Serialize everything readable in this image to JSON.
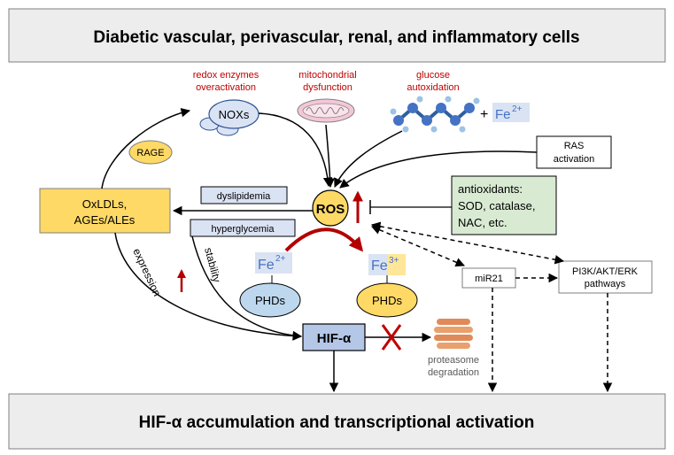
{
  "header": {
    "title": "Diabetic vascular, perivascular, renal, and inflammatory cells"
  },
  "footer": {
    "title": "HIF-α accumulation and transcriptional activation"
  },
  "sources": {
    "redox_line1": "redox enzymes",
    "redox_line2": "overactivation",
    "mito_line1": "mitochondrial",
    "mito_line2": "dysfunction",
    "glucose_line1": "glucose",
    "glucose_line2": "autoxidation",
    "nox": "NOXs",
    "plus": "+",
    "fe_base": "Fe",
    "fe2_sup": "2+",
    "fe3_sup": "3+"
  },
  "nodes": {
    "rage": "RAGE",
    "ras_line1": "RAS",
    "ras_line2": "activation",
    "oxldl_line1": "OxLDLs,",
    "oxldl_line2": "AGEs/ALEs",
    "dyslipidemia": "dyslipidemia",
    "hyperglycemia": "hyperglycemia",
    "ros": "ROS",
    "antiox_line1": "antioxidants:",
    "antiox_line2": "SOD, catalase,",
    "antiox_line3": "NAC, etc.",
    "phd_left": "PHDs",
    "phd_right": "PHDs",
    "mir21": "miR21",
    "pi3k_line1": "PI3K/AKT/ERK",
    "pi3k_line2": "pathways",
    "hif": "HIF-α",
    "proteasome_line1": "proteasome",
    "proteasome_line2": "degradation",
    "expression": "expression",
    "stability": "stability"
  },
  "colors": {
    "red_text": "#c00000",
    "dark_red": "#b30000",
    "yellow": "#ffd966",
    "light_blue": "#bdd7ee",
    "blue_fill": "#dae3f3",
    "green_fill": "#d9ead3",
    "gray_band": "#ededed",
    "fe_blue": "#4472c4",
    "fe3_yellow": "#ffe699",
    "proteasome": "#e08a5a"
  }
}
